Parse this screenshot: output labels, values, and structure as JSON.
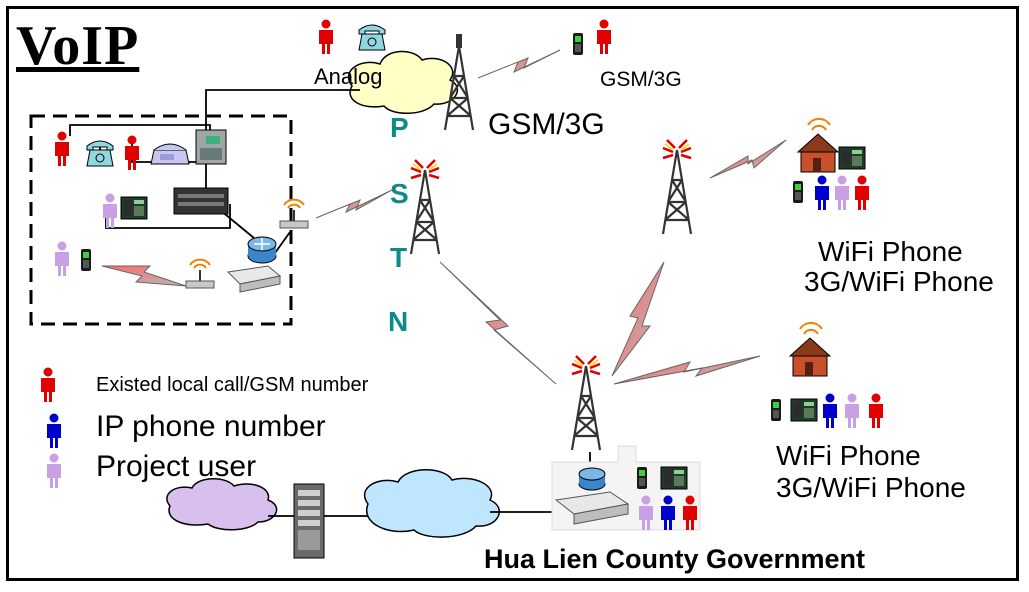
{
  "title": "VoIP",
  "labels": {
    "analog": "Analog",
    "gsm_top": "GSM/3G",
    "gsm_mid": "GSM/3G",
    "pstn": [
      "P",
      "S",
      "T",
      "N"
    ],
    "wifi_phone_1": "WiFi Phone",
    "wifi_3g_phone_1": "3G/WiFi Phone",
    "wifi_phone_2": "WiFi Phone",
    "wifi_3g_phone_2": "3G/WiFi Phone",
    "government": "Hua Lien County Government"
  },
  "legend": [
    {
      "label": "Existed local call/GSM number",
      "color": "#e00000"
    },
    {
      "label": "IP phone number",
      "color": "#0000cc"
    },
    {
      "label": "Project user",
      "color": "#c9a0e6"
    }
  ],
  "colors": {
    "red_user": "#e00000",
    "blue_user": "#0000cc",
    "purple_user": "#c9a0e6",
    "cloud_yellow": "#ffffc6",
    "cloud_purple": "#d8c0ee",
    "cloud_blue": "#bfe6ff",
    "pstn_text": "#0f8a8a",
    "lightning_fill": "#ee2222",
    "house": "#c8502a"
  }
}
